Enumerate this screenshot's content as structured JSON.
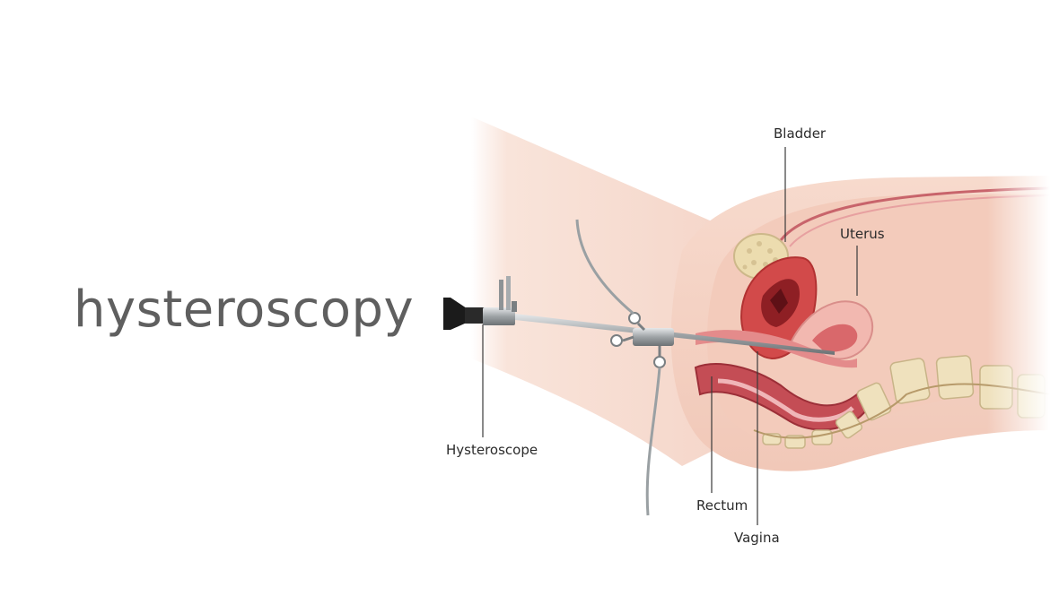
{
  "title": "hysteroscopy",
  "labels": {
    "bladder": "Bladder",
    "uterus": "Uterus",
    "hysteroscope": "Hysteroscope",
    "rectum": "Rectum",
    "vagina": "Vagina"
  },
  "colors": {
    "skin": "#f7ddd2",
    "tissue": "#e9aea0",
    "uterus_inner": "#c23a3a",
    "bladder": "#ecdcaf",
    "bone": "#efe1bd",
    "instrument": "#9ea3a6",
    "title": "#5f5f5f"
  }
}
